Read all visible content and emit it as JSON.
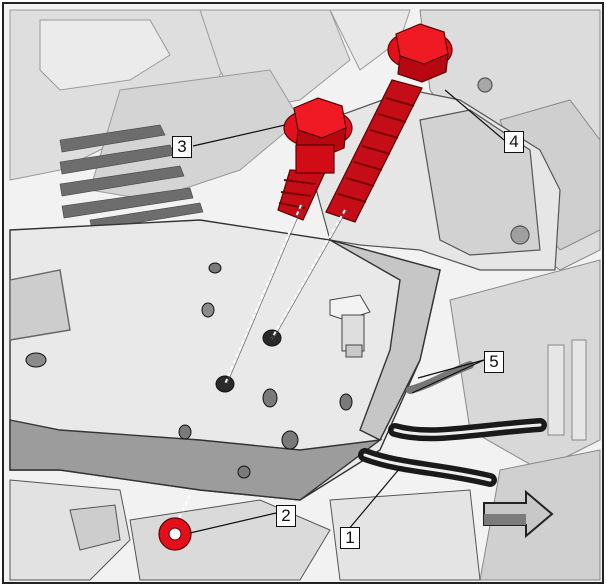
{
  "figure": {
    "callouts": [
      {
        "id": "1",
        "label": "1"
      },
      {
        "id": "2",
        "label": "2"
      },
      {
        "id": "3",
        "label": "3"
      },
      {
        "id": "4",
        "label": "4"
      },
      {
        "id": "5",
        "label": "5"
      }
    ],
    "colors": {
      "fastener_red": "#e3101c",
      "metal_light": "#e4e4e4",
      "metal_mid": "#bdbdbd",
      "metal_dark": "#8a8a8a",
      "hose": "#1a1a1a",
      "outline": "#222222"
    },
    "icons": [
      "direction-arrow-icon"
    ]
  }
}
